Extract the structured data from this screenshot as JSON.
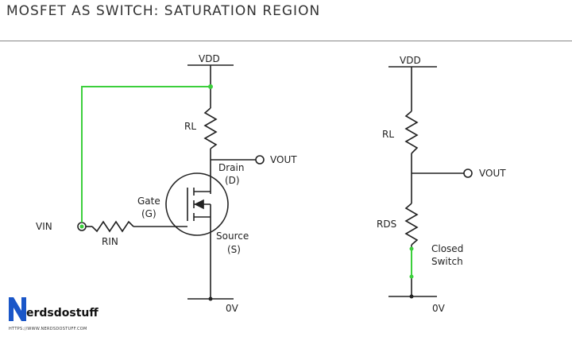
{
  "title": "MOSFET AS SWITCH: SATURATION REGION",
  "left_circuit": {
    "vdd_label": "VDD",
    "rl_label": "RL",
    "vout_label": "VOUT",
    "drain_label": "Drain",
    "drain_abbr": "(D)",
    "gate_label": "Gate",
    "gate_abbr": "(G)",
    "vin_label": "VIN",
    "rin_label": "RIN",
    "source_label": "Source",
    "source_abbr": "(S)",
    "ground_label": "0V"
  },
  "right_circuit": {
    "vdd_label": "VDD",
    "rl_label": "RL",
    "vout_label": "VOUT",
    "rds_label": "RDS",
    "switch_label_line1": "Closed",
    "switch_label_line2": "Switch",
    "ground_label": "0V"
  },
  "brand": {
    "wordmark": "erdsdostuff",
    "url": "HTTPS://WWW.NERDSDOSTUFF.COM"
  },
  "colors": {
    "wire": "#222222",
    "highlight": "#3ccf3c",
    "brand": "#1a56c8"
  }
}
